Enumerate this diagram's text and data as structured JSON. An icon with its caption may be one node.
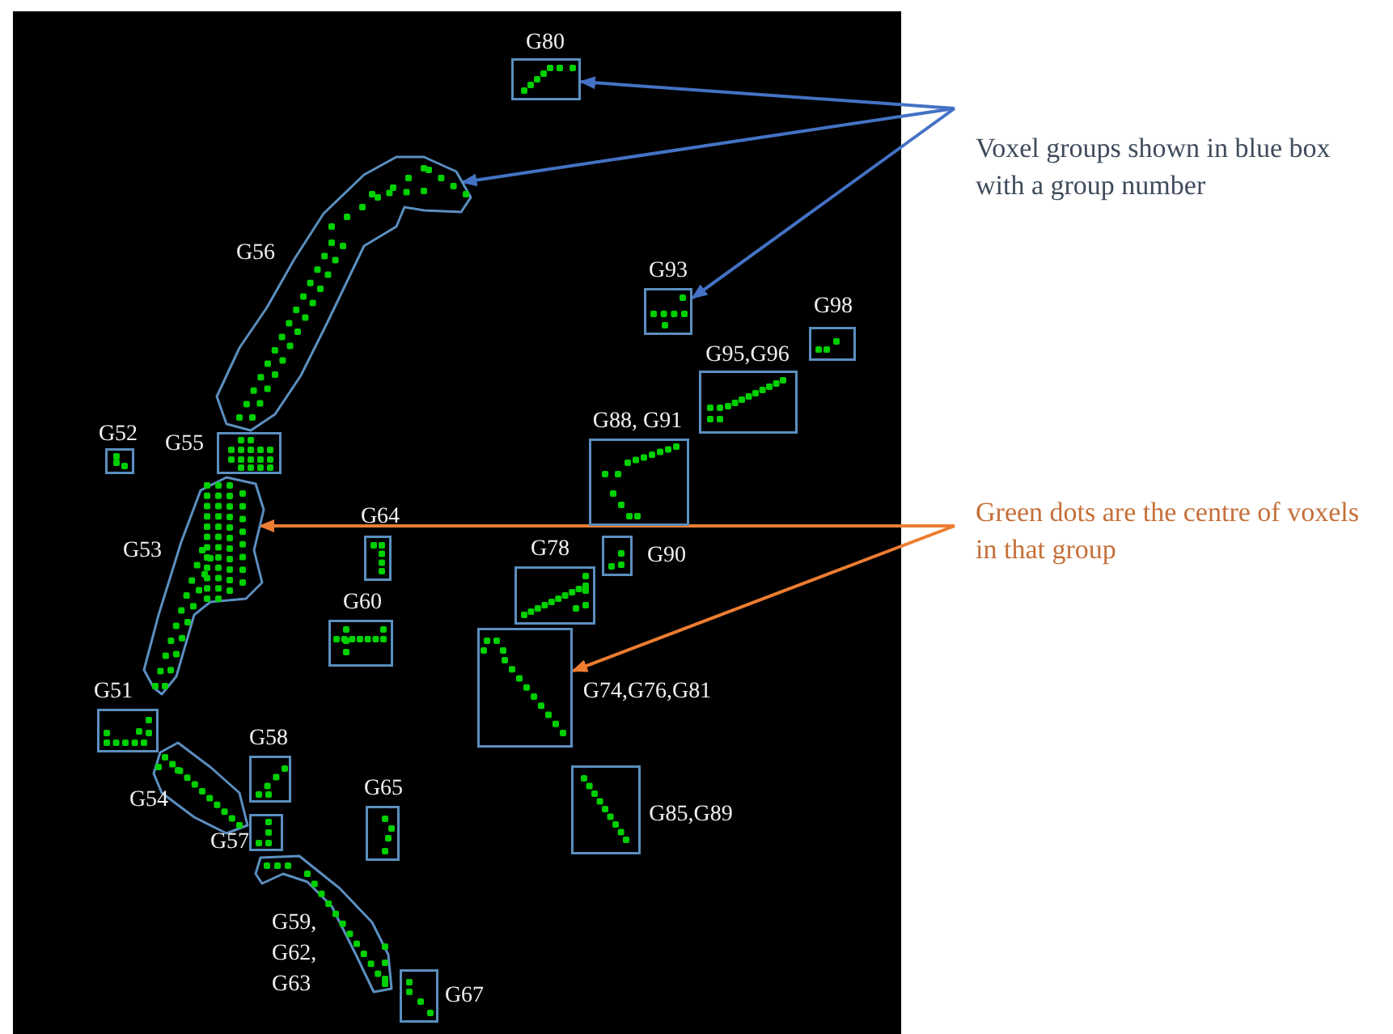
{
  "diagram": {
    "nodes": [
      {
        "text": [
          "G80"
        ]
      },
      {
        "text": [
          "Voxel groups shown in blue box with a group number"
        ]
      },
      {
        "text": [
          "G56"
        ]
      },
      {
        "text": [
          "G93"
        ]
      },
      {
        "text": [
          "G98"
        ]
      },
      {
        "text": [
          "G95,G96"
        ]
      },
      {
        "text": [
          "G52"
        ]
      },
      {
        "text": [
          "G55"
        ]
      },
      {
        "text": [
          "G88, G91"
        ]
      },
      {
        "text": [
          "G53"
        ]
      },
      {
        "text": [
          "G64"
        ]
      },
      {
        "text": [
          "Green dots are the centre of voxels in that group"
        ]
      },
      {
        "text": [
          "G78"
        ]
      },
      {
        "text": [
          "G90"
        ]
      },
      {
        "text": [
          "G60"
        ]
      },
      {
        "text": [
          "G74,G76,G81"
        ]
      },
      {
        "text": [
          "G51"
        ]
      },
      {
        "text": [
          "G58"
        ]
      },
      {
        "text": [
          "G54"
        ]
      },
      {
        "text": [
          "G65"
        ]
      },
      {
        "text": [
          "G85,G89"
        ]
      },
      {
        "text": [
          "G57"
        ]
      },
      {
        "text": [
          "G59, G62, G63"
        ]
      },
      {
        "text": [
          "G67"
        ]
      }
    ],
    "edges": [
      {
        "from": 1,
        "to": 0,
        "arrow": "to",
        "color": "#4472c4"
      },
      {
        "from": 1,
        "to": 2,
        "arrow": "to",
        "color": "#4472c4"
      },
      {
        "from": 1,
        "to": 3,
        "arrow": "to",
        "color": "#4472c4"
      },
      {
        "from": 11,
        "to": 9,
        "arrow": "to",
        "color": "#ed7d31"
      },
      {
        "from": 11,
        "to": 15,
        "arrow": "to",
        "color": "#ed7d31"
      }
    ]
  }
}
